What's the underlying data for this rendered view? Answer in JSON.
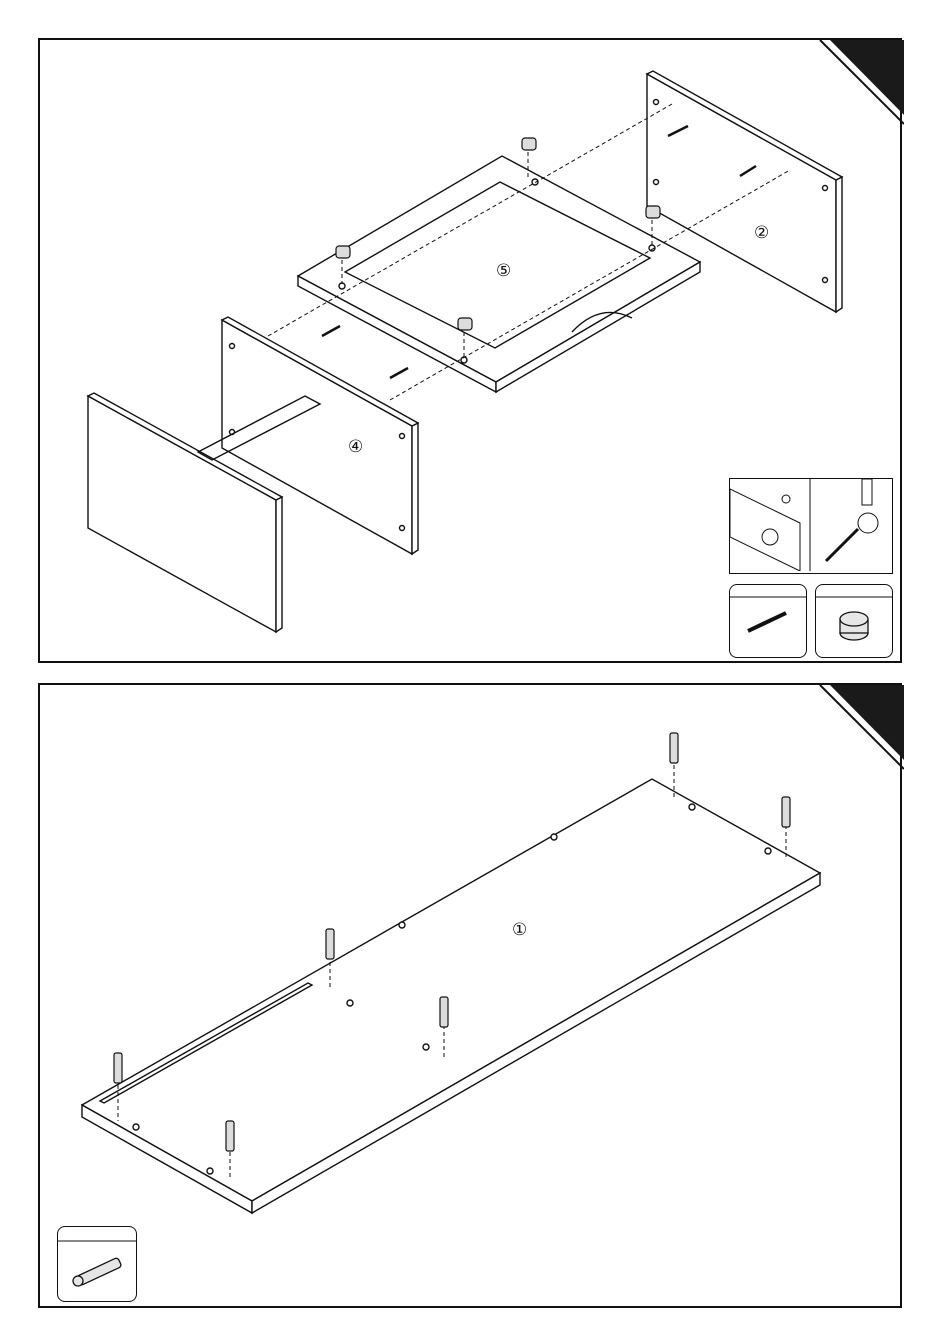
{
  "steps": [
    {
      "parts": [
        {
          "number": "⑤",
          "name": "panel-5"
        },
        {
          "number": "②",
          "name": "panel-2"
        },
        {
          "number": "④",
          "name": "panel-4"
        }
      ],
      "hardware_icons": [
        "dowel-icon",
        "cam-lock-icon"
      ],
      "detail_icons": [
        "screwdriver-icon",
        "cam-insert-detail-icon"
      ]
    },
    {
      "parts": [
        {
          "number": "①",
          "name": "panel-1"
        }
      ],
      "hardware_icons": [
        "cam-bolt-icon"
      ]
    }
  ],
  "colors": {
    "line": "#111111",
    "corner": "#1a1a1a",
    "background": "#ffffff"
  }
}
